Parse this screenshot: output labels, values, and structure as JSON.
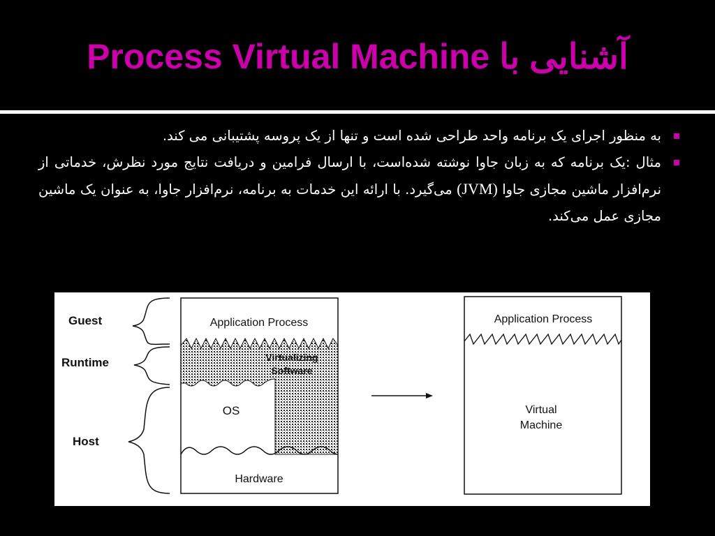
{
  "slide": {
    "title_latin": "Process Virtual Machine",
    "title_persian": "آشنایی با",
    "bullets": [
      {
        "text": "به منظور اجرای یک برنامه واحد طراحی شده است و تنها از یک پروسه پشتیبانی می کند."
      },
      {
        "text_1": "مثال :یک برنامه که به زبان جاوا نوشته شده‌است، با ارسال فرامین و دریافت نتایج مورد نظرش، خدماتی از نرم‌افزار ماشین مجازی جاوا ",
        "jvm": "(JVM)",
        "text_2": " می‌گیرد. با ارائه این خدمات به برنامه، نرم‌افزار جاوا، به عنوان یک ماشین مجازی عمل می‌کند."
      }
    ]
  },
  "figure": {
    "left_labels": {
      "guest": "Guest",
      "runtime": "Runtime",
      "host": "Host"
    },
    "left_diagram": {
      "application_process": "Application Process",
      "virtualizing_line1": "Virtualizing",
      "virtualizing_line2": "Software",
      "os": "OS",
      "hardware": "Hardware"
    },
    "right_diagram": {
      "application_process": "Application Process",
      "virtual_line1": "Virtual",
      "virtual_line2": "Machine"
    }
  }
}
